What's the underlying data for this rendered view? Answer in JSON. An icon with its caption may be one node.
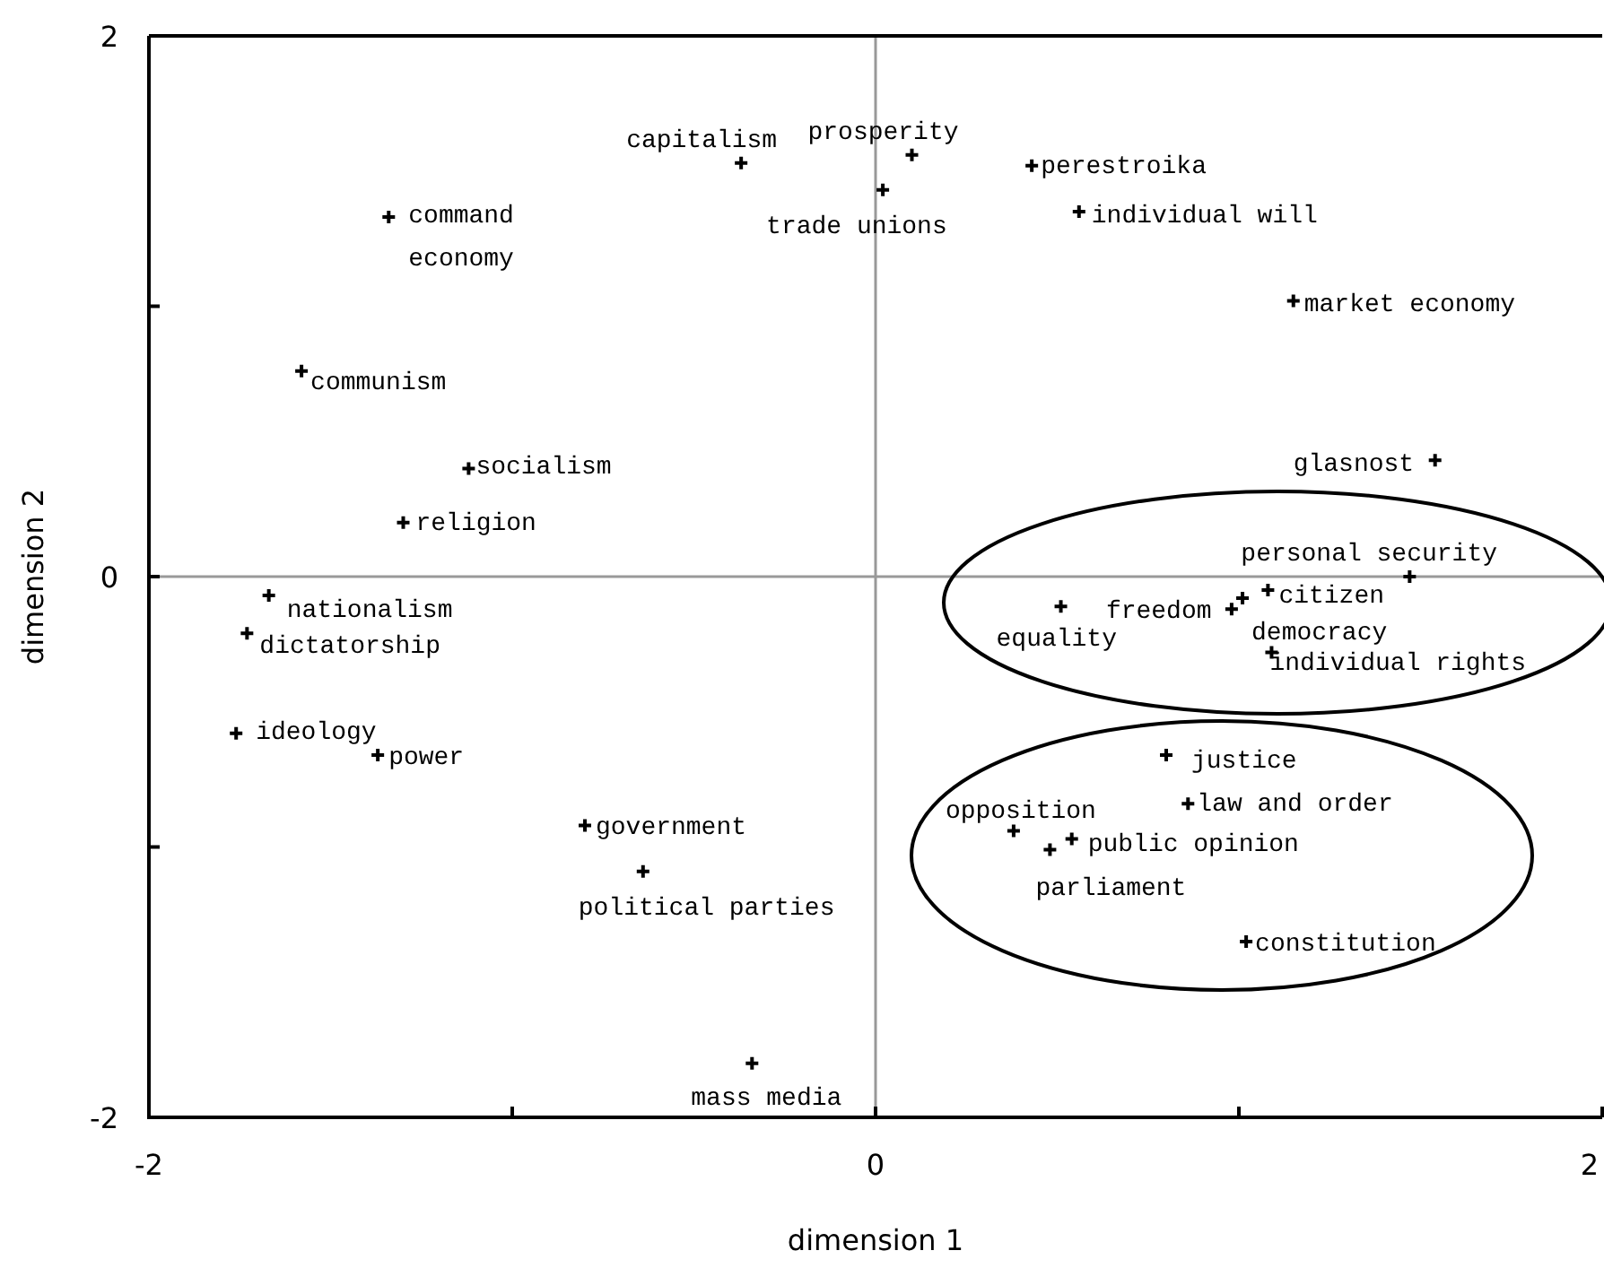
{
  "diagram": {
    "chart_data": {
      "type": "scatter",
      "xlabel": "dimension 1",
      "ylabel": "dimension 2",
      "xlim": [
        -2,
        2
      ],
      "ylim": [
        -2,
        2
      ],
      "xticks": [
        -2,
        0,
        2
      ],
      "yticks": [
        -2,
        0,
        2
      ],
      "x": [
        -0.37,
        0.1,
        0.43,
        0.02,
        -1.34,
        0.56,
        1.15,
        -1.58,
        1.54,
        -1.12,
        -1.3,
        1.47,
        1.08,
        0.98,
        0.51,
        1.01,
        1.09,
        -1.67,
        -1.73,
        -1.76,
        -1.37,
        0.8,
        0.86,
        0.38,
        0.54,
        0.48,
        -0.8,
        -0.64,
        1.02,
        -0.34
      ],
      "series": [
        {
          "values": [
            1.53,
            1.56,
            1.52,
            1.43,
            1.33,
            1.35,
            1.02,
            0.76,
            0.43,
            0.4,
            0.2,
            0.0,
            -0.05,
            -0.12,
            -0.11,
            -0.08,
            -0.28,
            -0.07,
            -0.21,
            -0.58,
            -0.66,
            -0.66,
            -0.84,
            -0.94,
            -0.97,
            -1.01,
            -0.92,
            -1.09,
            -1.35,
            -1.8
          ]
        }
      ],
      "annotations": [
        {
          "text": "capitalism",
          "x": -0.37,
          "y": 1.53
        },
        {
          "text": "prosperity",
          "x": 0.1,
          "y": 1.56
        },
        {
          "text": "perestroika",
          "x": 0.43,
          "y": 1.52
        },
        {
          "text": "trade unions",
          "x": 0.02,
          "y": 1.43
        },
        {
          "text": "command economy",
          "x": -1.34,
          "y": 1.33
        },
        {
          "text": "individual will",
          "x": 0.56,
          "y": 1.35
        },
        {
          "text": "market economy",
          "x": 1.15,
          "y": 1.02
        },
        {
          "text": "communism",
          "x": -1.58,
          "y": 0.76
        },
        {
          "text": "glasnost",
          "x": 1.54,
          "y": 0.43
        },
        {
          "text": "socialism",
          "x": -1.12,
          "y": 0.4
        },
        {
          "text": "religion",
          "x": -1.3,
          "y": 0.2
        },
        {
          "text": "personal security",
          "x": 1.47,
          "y": 0.0
        },
        {
          "text": "citizen",
          "x": 1.08,
          "y": -0.05
        },
        {
          "text": "freedom",
          "x": 0.98,
          "y": -0.12
        },
        {
          "text": "equality",
          "x": 0.51,
          "y": -0.11
        },
        {
          "text": "democracy",
          "x": 1.01,
          "y": -0.08
        },
        {
          "text": "individual rights",
          "x": 1.09,
          "y": -0.28
        },
        {
          "text": "nationalism",
          "x": -1.67,
          "y": -0.07
        },
        {
          "text": "dictatorship",
          "x": -1.73,
          "y": -0.21
        },
        {
          "text": "ideology",
          "x": -1.76,
          "y": -0.58
        },
        {
          "text": "power",
          "x": -1.37,
          "y": -0.66
        },
        {
          "text": "justice",
          "x": 0.8,
          "y": -0.66
        },
        {
          "text": "law and order",
          "x": 0.86,
          "y": -0.84
        },
        {
          "text": "opposition",
          "x": 0.38,
          "y": -0.94
        },
        {
          "text": "public opinion",
          "x": 0.54,
          "y": -0.97
        },
        {
          "text": "parliament",
          "x": 0.48,
          "y": -1.01
        },
        {
          "text": "government",
          "x": -0.8,
          "y": -0.92
        },
        {
          "text": "political parties",
          "x": -0.64,
          "y": -1.09
        },
        {
          "text": "constitution",
          "x": 1.02,
          "y": -1.35
        },
        {
          "text": "mass media",
          "x": -0.34,
          "y": -1.8
        }
      ]
    }
  }
}
